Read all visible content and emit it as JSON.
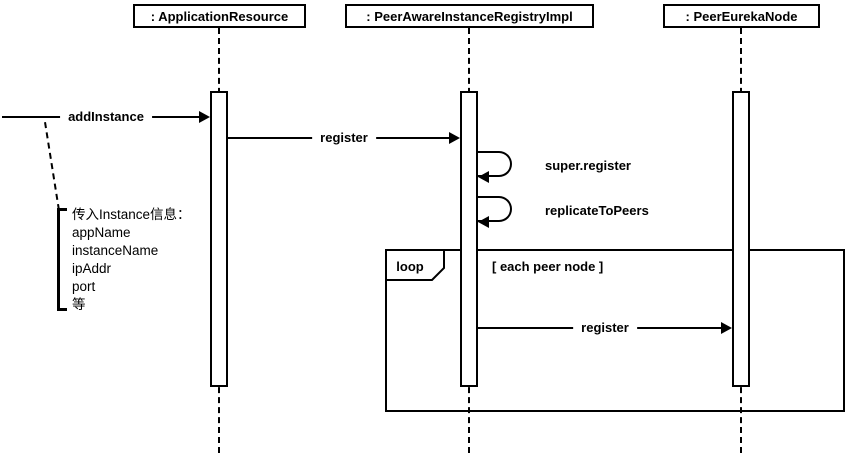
{
  "lifelines": [
    {
      "label": ": ApplicationResource"
    },
    {
      "label": ": PeerAwareInstanceRegistryImpl"
    },
    {
      "label": ": PeerEurekaNode"
    }
  ],
  "messages": {
    "add_instance": "addInstance",
    "register_to_registry": "register",
    "super_register": "super.register",
    "replicate_to_peers": "replicateToPeers",
    "register_to_peer": "register"
  },
  "loop_fragment": {
    "operator": "loop",
    "guard": "[ each peer node ]"
  },
  "note": {
    "lines": [
      "传入Instance信息：",
      "appName",
      "instanceName",
      "ipAddr",
      "port",
      "等"
    ]
  },
  "colors": {
    "line": "#000000",
    "background": "#ffffff"
  }
}
